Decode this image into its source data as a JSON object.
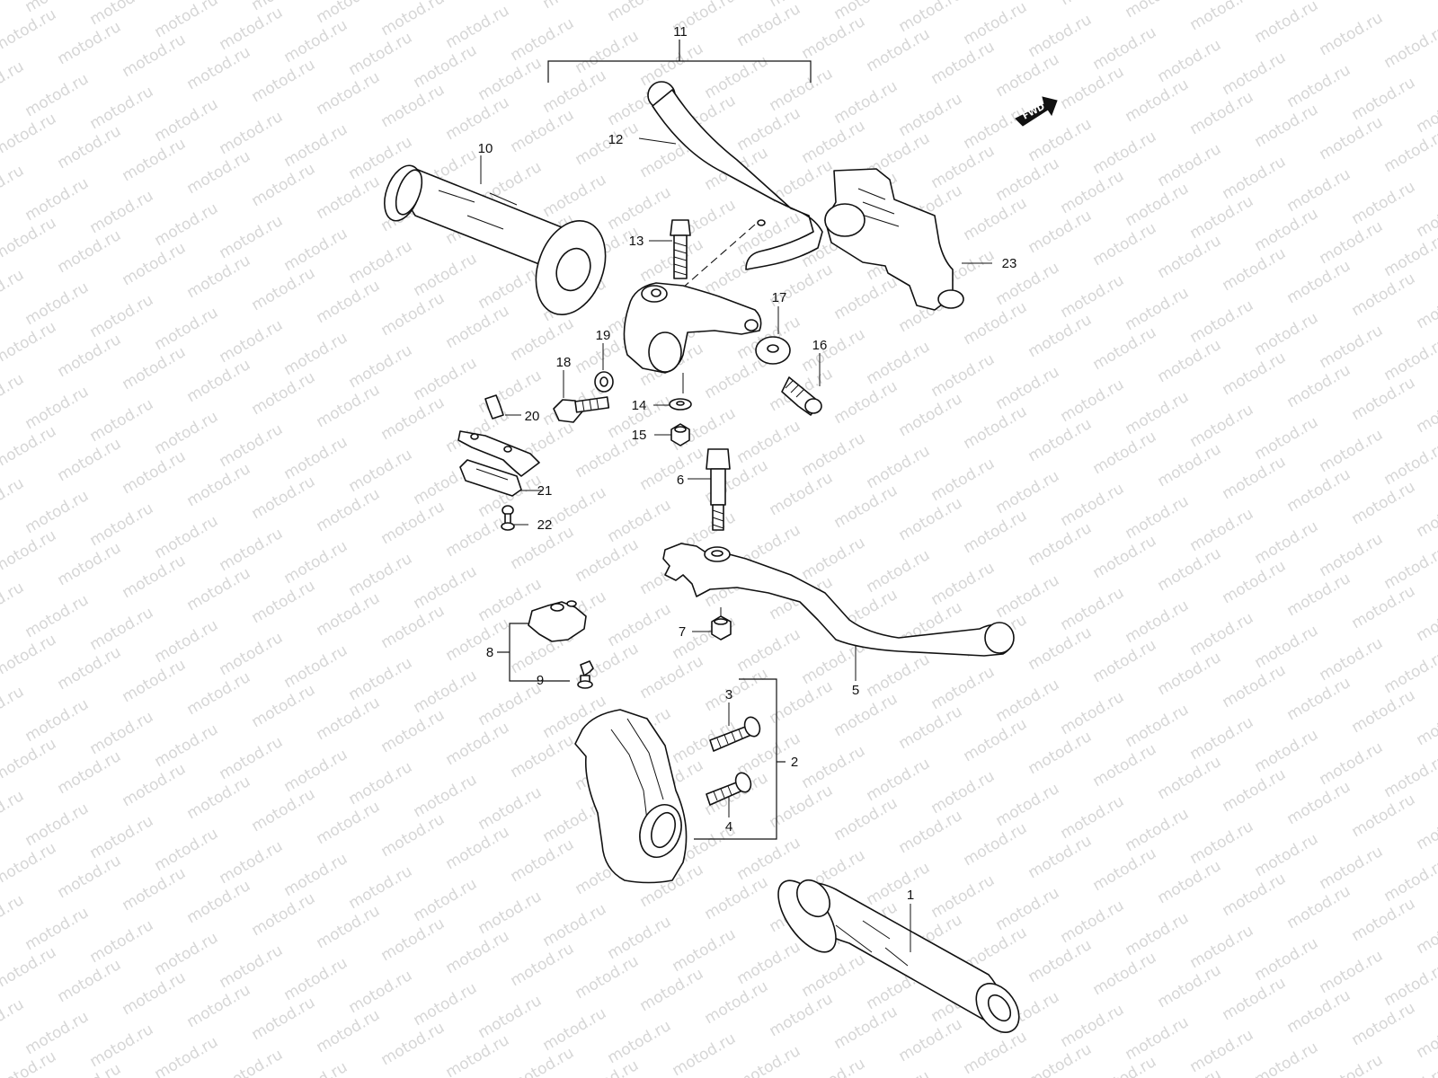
{
  "watermark": "motod.ru",
  "direction_badge": {
    "label": "FWD",
    "icon": "forward-arrow-icon"
  },
  "callouts": {
    "c1": "1",
    "c2": "2",
    "c3": "3",
    "c4": "4",
    "c5": "5",
    "c6": "6",
    "c7": "7",
    "c8": "8",
    "c9": "9",
    "c10": "10",
    "c11": "11",
    "c12": "12",
    "c13": "13",
    "c14": "14",
    "c15": "15",
    "c16": "16",
    "c17": "17",
    "c18": "18",
    "c19": "19",
    "c20": "20",
    "c21": "21",
    "c22": "22",
    "c23": "23"
  }
}
